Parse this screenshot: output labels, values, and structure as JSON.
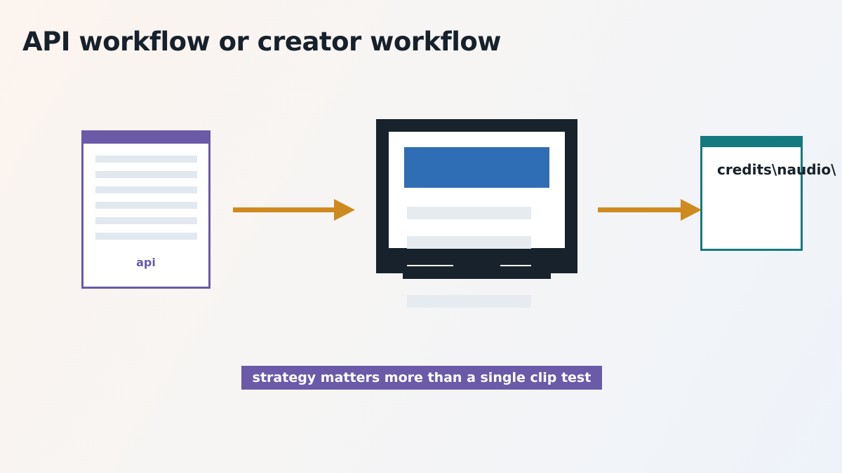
{
  "diagram": {
    "title": "API workflow or creator workflow",
    "nodes": [
      {
        "id": "source",
        "label": "api",
        "accent": "#6a5aa8",
        "icon": "document-icon"
      },
      {
        "id": "processor",
        "label": "",
        "accent": "#2f6db5",
        "icon": "monitor-icon"
      },
      {
        "id": "output",
        "label": "credits\\naudio\\",
        "accent": "#147a80",
        "icon": "output-card-icon"
      }
    ],
    "edges": [
      {
        "from": "source",
        "to": "processor"
      },
      {
        "from": "processor",
        "to": "output"
      }
    ],
    "caption": "strategy matters more than a single clip test",
    "colors": {
      "title": "#17212b",
      "arrow": "#cf8a1f",
      "monitor": "#18222c",
      "caption_bg": "#6a5aa8"
    }
  }
}
